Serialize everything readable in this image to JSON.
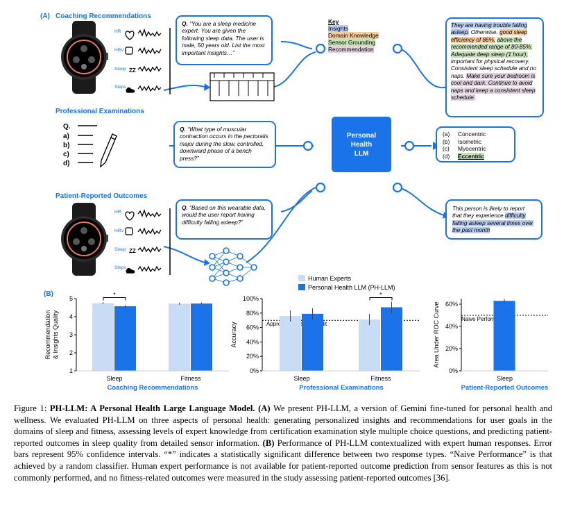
{
  "figure_a": {
    "label": "(A)",
    "sections": {
      "coaching": "Coaching Recommendations",
      "exams": "Professional Examinations",
      "pro": "Patient-Reported Outcomes"
    },
    "sensors_top": [
      "HR",
      "HRV",
      "Sleep",
      "Steps"
    ],
    "sensors_bottom": [
      "HR",
      "HRV",
      "Sleep",
      "Steps"
    ],
    "zz_glyph": "ZZ",
    "q1": {
      "prefix": "Q.",
      "text": "“You are a sleep medicine expert. You are given the following sleep data. The user is male, 50 years old.  List the most important insights…”"
    },
    "q2": {
      "prefix": "Q.",
      "text": "“What type of muscular contraction occurs in the pectoralis major during the slow, controlled, downward phase of a bench press?”"
    },
    "q3": {
      "prefix": "Q.",
      "text": "“Based on this wearable data, would the user report having difficulty falling asleep?”"
    },
    "exam_sheet": {
      "q": "Q.",
      "options": [
        "a)",
        "b)",
        "c)",
        "d)"
      ]
    },
    "key": {
      "title": "Key",
      "items": [
        "Insights",
        "Domain Knowledge",
        "Sensor Grounding",
        "Recommendation"
      ],
      "colors": {
        "insights": "#b9cdf0",
        "domain": "#f7cc9f",
        "sensor": "#c8e2b8",
        "recommendation": "#e2d2e0"
      }
    },
    "llm": {
      "line1": "Personal",
      "line2": "Health",
      "line3": "LLM"
    },
    "answer1": {
      "s1": "They are having trouble falling asleep.",
      "s2": "Otherwise,",
      "s3": "good sleep efficiency of 86%,",
      "s4": "above the recommended range of 80-85%.",
      "s5": "Adequate deep sleep (1 hour),",
      "s6": "important for physical recovery. Consistent sleep schedule and no naps.",
      "s7": "Make sure your bedroom is cool and dark. Continue to avoid naps and keep a consistent sleep schedule."
    },
    "answer2": [
      {
        "letter": "(a)",
        "text": "Concentric"
      },
      {
        "letter": "(b)",
        "text": "Isometric"
      },
      {
        "letter": "(c)",
        "text": "Myocentric"
      },
      {
        "letter": "(d)",
        "text": "Eccentric"
      }
    ],
    "answer3": {
      "pre": "This person is likely to report that they experience",
      "hl": "difficulty falling asleep several times over the past month"
    }
  },
  "figure_b": {
    "label": "(B)",
    "legend": [
      "Human Experts",
      "Personal Health LLM (PH-LLM)"
    ],
    "colors": {
      "human": "#c9dcf5",
      "llm": "#1a73e8"
    },
    "significance_mark": "*"
  },
  "chart_data": [
    {
      "type": "bar",
      "title": "Coaching Recommendations",
      "ylabel": "Recommendation & Insights Quality",
      "ylabel_lines": [
        "Recommendation",
        "& Insights Quality"
      ],
      "categories": [
        "Sleep",
        "Fitness"
      ],
      "series": [
        {
          "name": "Human Experts",
          "values": [
            4.75,
            4.72
          ]
        },
        {
          "name": "Personal Health LLM (PH-LLM)",
          "values": [
            4.58,
            4.73
          ]
        }
      ],
      "ylim": [
        1,
        5
      ],
      "yticks": [
        "1",
        "2",
        "3",
        "4",
        "5"
      ],
      "significance": [
        "Sleep"
      ]
    },
    {
      "type": "bar",
      "title": "Professional Examinations",
      "ylabel": "Accuracy",
      "categories": [
        "Sleep",
        "Fitness"
      ],
      "series": [
        {
          "name": "Human Experts",
          "values": [
            76,
            71
          ]
        },
        {
          "name": "Personal Health LLM (PH-LLM)",
          "values": [
            79,
            88
          ]
        }
      ],
      "ylim": [
        0,
        100
      ],
      "yticks": [
        "0%",
        "20%",
        "40%",
        "60%",
        "80%",
        "100%"
      ],
      "reference_line": {
        "label": "Approx. Grade for Credit",
        "value": 70
      },
      "significance": [
        "Fitness"
      ]
    },
    {
      "type": "bar",
      "title": "Patient-Reported Outcomes",
      "ylabel": "Area Under ROC Curve",
      "categories": [
        "Sleep"
      ],
      "series": [
        {
          "name": "Personal Health LLM (PH-LLM)",
          "values": [
            0.63
          ]
        }
      ],
      "ylim": [
        0,
        0.65
      ],
      "yticks": [
        "0%",
        "20%",
        "40%",
        "60%"
      ],
      "reference_line": {
        "label": "Naive Performance",
        "value": 0.5
      }
    }
  ],
  "caption": {
    "figlabel": "Figure 1:",
    "title": "PH-LLM: A Personal Health Large Language Model.",
    "a_label": "(A)",
    "part_a": "We present PH-LLM, a version of Gemini fine-tuned for personal health and wellness. We evaluated PH-LLM on three aspects of personal health: generating personalized insights and recommendations for user goals in the domains of sleep and fitness, assessing levels of expert knowledge from certification examination style multiple choice questions, and predicting patient-reported outcomes in sleep quality from detailed sensor information.",
    "b_label": "(B)",
    "part_b": "Performance of PH-LLM contextualized with expert human responses. Error bars represent 95% confidence intervals. “*” indicates a statistically significant difference between two response types. “Naive Performance” is that achieved by a random classifier. Human expert performance is not available for patient-reported outcome prediction from sensor features as this is not commonly performed, and no fitness-related outcomes were measured in the study assessing patient-reported outcomes [36]."
  }
}
